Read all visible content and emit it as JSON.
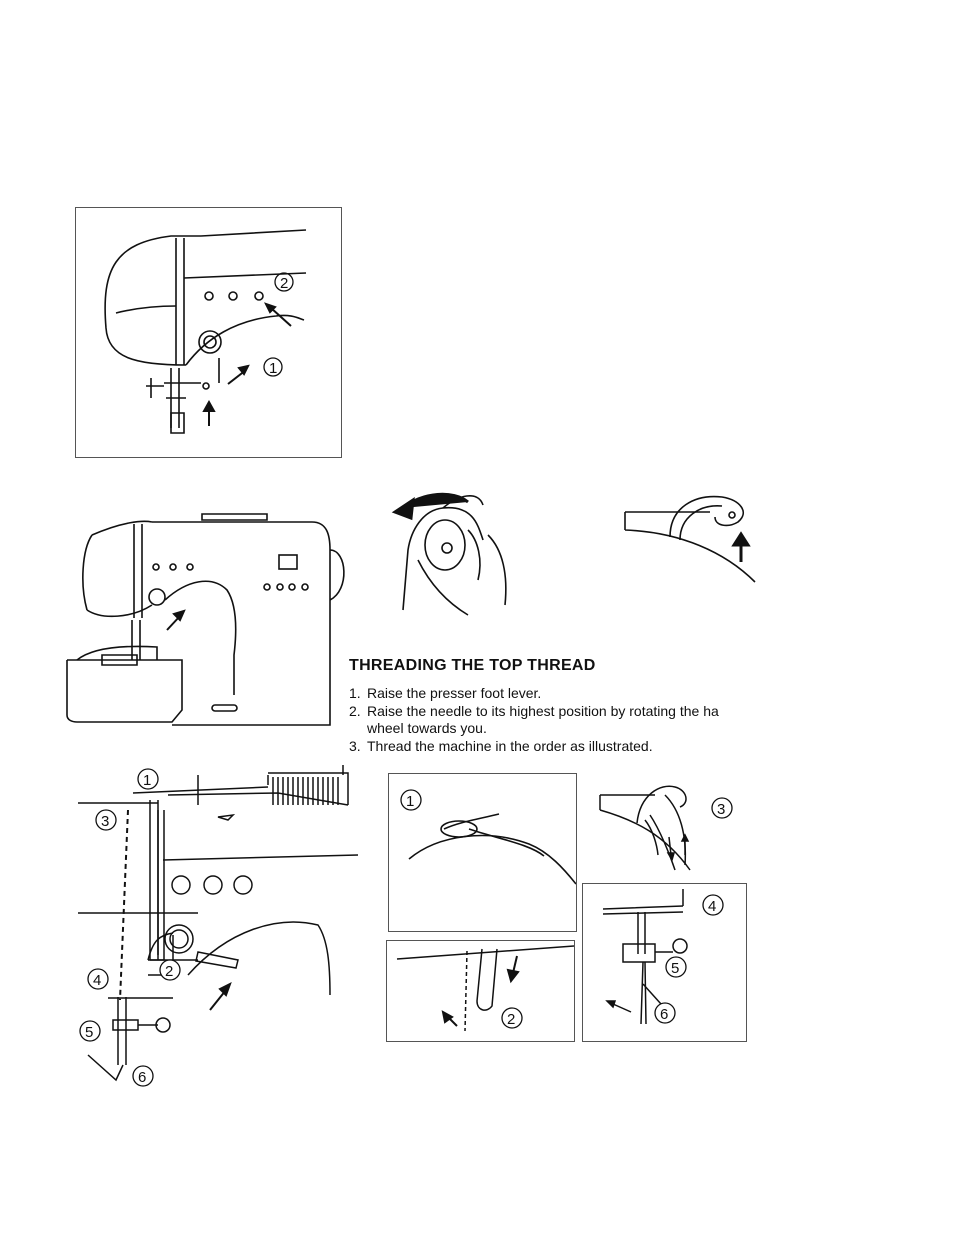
{
  "section": {
    "heading": "THREADING THE TOP THREAD",
    "steps": [
      {
        "num": "1.",
        "text": "Raise the presser foot lever."
      },
      {
        "num": "2.",
        "text": "Raise the needle to its highest position by rotating the ha",
        "cont": "wheel towards you."
      },
      {
        "num": "3.",
        "text": "Thread the machine in the order as illustrated."
      }
    ]
  },
  "callouts": {
    "c1": "1",
    "c2": "2",
    "c3": "3",
    "c4": "4",
    "c5": "5",
    "c6": "6"
  },
  "icons": [
    "sewing-machine-head-icon",
    "sewing-machine-icon",
    "handwheel-hand-icon",
    "thread-guide-icon",
    "arrow-icon"
  ]
}
